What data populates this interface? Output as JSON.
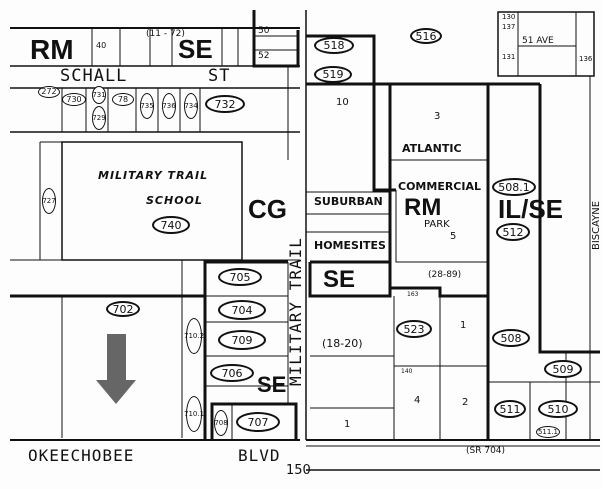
{
  "streets": {
    "schall_st_1": "SCHALL",
    "schall_st_2": "ST",
    "okeechobee": "OKEECHOBEE",
    "blvd": "BLVD",
    "military_trail": "MILITARY TRAIL",
    "atlantic": "ATLANTIC",
    "biscayne": "BISCAYNE",
    "ave_51": "51 AVE",
    "sr704": "(SR 704)"
  },
  "zones": {
    "rm_top": "RM",
    "se_top": "SE",
    "cg": "CG",
    "se_mid": "SE",
    "se_low": "SE",
    "rm_mid": "RM",
    "il_se": "IL/SE"
  },
  "labels": {
    "school_1": "MILITARY TRAIL",
    "school_2": "SCHOOL",
    "commercial": "COMMERCIAL",
    "park": "PARK",
    "suburban": "SUBURBAN",
    "homesites": "HOMESITES",
    "range_28_89": "(28-89)",
    "range_18_20": "(18-20)",
    "range_11_72": "(11 - 72)",
    "number_150": "150"
  },
  "ovals": {
    "o518": "518",
    "o516": "516",
    "o519": "519",
    "o732": "732",
    "o740": "740",
    "o705": "705",
    "o704": "704",
    "o709": "709",
    "o706": "706",
    "o707": "707",
    "o702": "702",
    "o523": "523",
    "o508": "508",
    "o5081": "508.1",
    "o512": "512",
    "o509": "509",
    "o510": "510",
    "o511": "511",
    "o5111": "511.1",
    "o730": "730",
    "o735": "735",
    "o736": "736",
    "o734": "734",
    "o727": "727",
    "o7102": "710.2",
    "o7101": "710.1",
    "o708": "708",
    "o272": "272",
    "o729": "729",
    "o78": "78",
    "o731": "731"
  },
  "parcels": {
    "p10": "10",
    "p3": "3",
    "p5": "5",
    "p1a": "1",
    "p4": "4",
    "p2": "2",
    "p1b": "1",
    "p163": "163",
    "p140": "140",
    "p50": "50",
    "p52": "52",
    "p137": "137",
    "p131": "131",
    "p136": "136",
    "p130": "130",
    "p40": "40"
  },
  "colors": {
    "line": "#111111",
    "arrow": "#666666",
    "background": "#fdfdfd"
  }
}
